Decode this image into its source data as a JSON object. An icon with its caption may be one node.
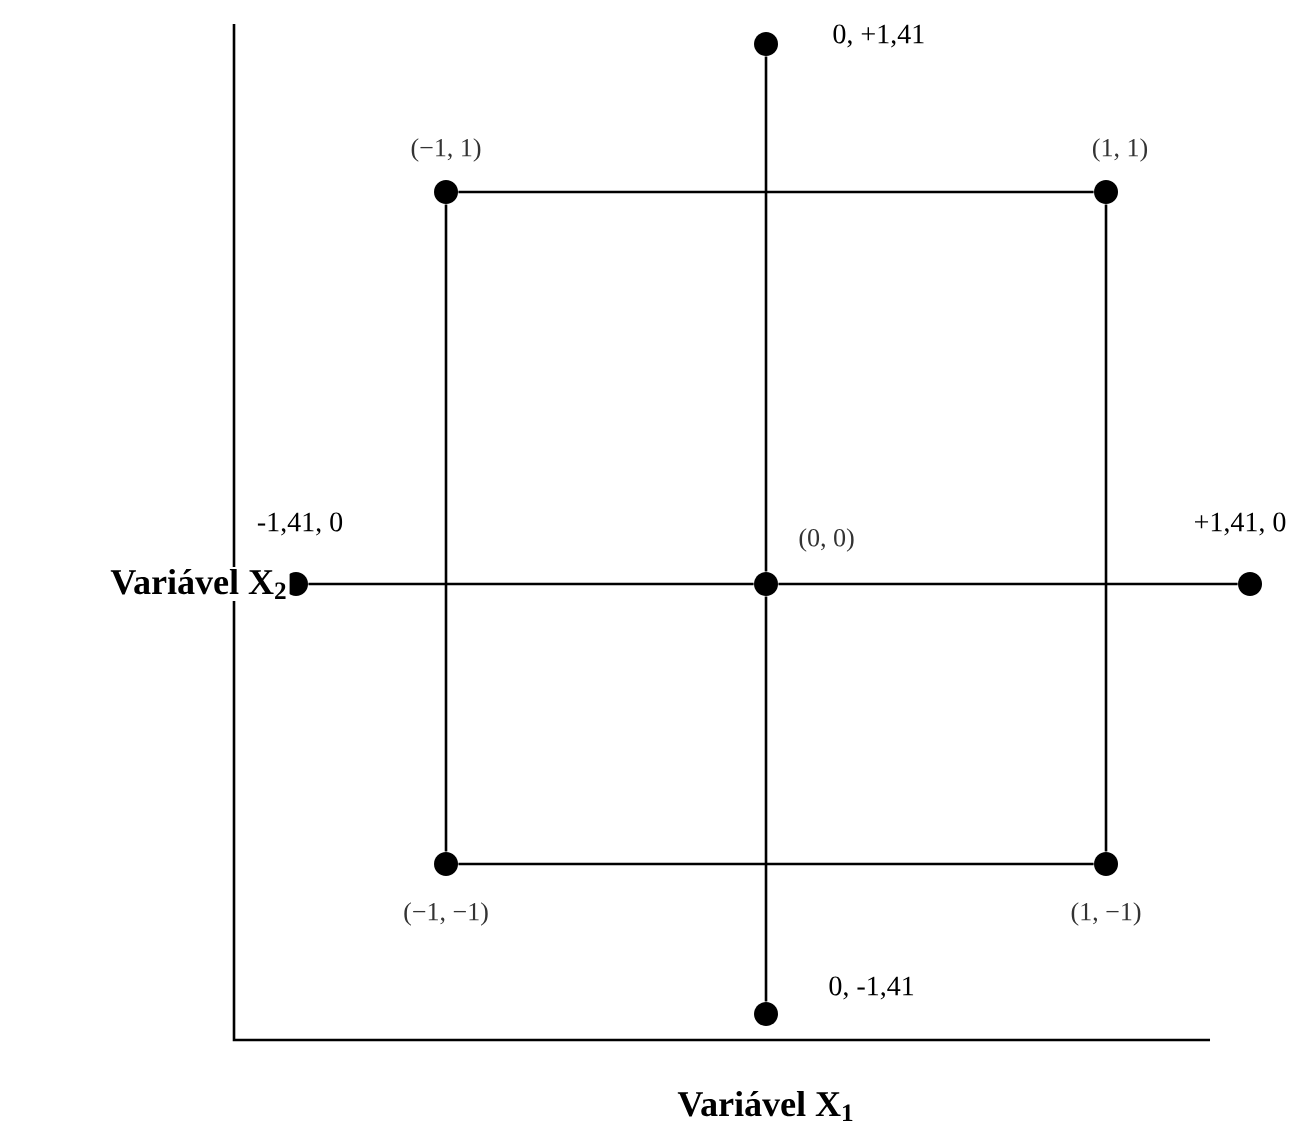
{
  "diagram": {
    "nodes": [
      {
        "text": [],
        "shape": "circle",
        "beside": [
          "0, +1,41"
        ]
      },
      {
        "text": [],
        "shape": "circle",
        "beside": [
          "(−1, 1)"
        ]
      },
      {
        "text": [],
        "shape": "circle",
        "beside": [
          "(1, 1)"
        ]
      },
      {
        "text": [],
        "shape": "circle",
        "beside": [
          "-1,41, 0"
        ]
      },
      {
        "text": [],
        "shape": "circle",
        "beside": [
          "(0, 0)"
        ]
      },
      {
        "text": [],
        "shape": "circle",
        "beside": [
          "+1,41, 0"
        ]
      },
      {
        "text": [],
        "shape": "circle",
        "beside": [
          "(−1, −1)"
        ]
      },
      {
        "text": [],
        "shape": "circle",
        "beside": [
          "(1, −1)"
        ]
      },
      {
        "text": [],
        "shape": "circle",
        "beside": [
          "0, -1,41"
        ]
      }
    ],
    "edges": [
      {
        "from": 1,
        "to": 2,
        "arrow": "none"
      },
      {
        "from": 1,
        "to": 6,
        "arrow": "none"
      },
      {
        "from": 2,
        "to": 7,
        "arrow": "none"
      },
      {
        "from": 6,
        "to": 7,
        "arrow": "none"
      },
      {
        "from": 3,
        "to": 4,
        "arrow": "none"
      },
      {
        "from": 4,
        "to": 5,
        "arrow": "none"
      },
      {
        "from": 0,
        "to": 4,
        "arrow": "none"
      },
      {
        "from": 4,
        "to": 8,
        "arrow": "none"
      }
    ],
    "labels": [
      "Variável X$_{2}$",
      "Variável X$_{1}$"
    ]
  }
}
